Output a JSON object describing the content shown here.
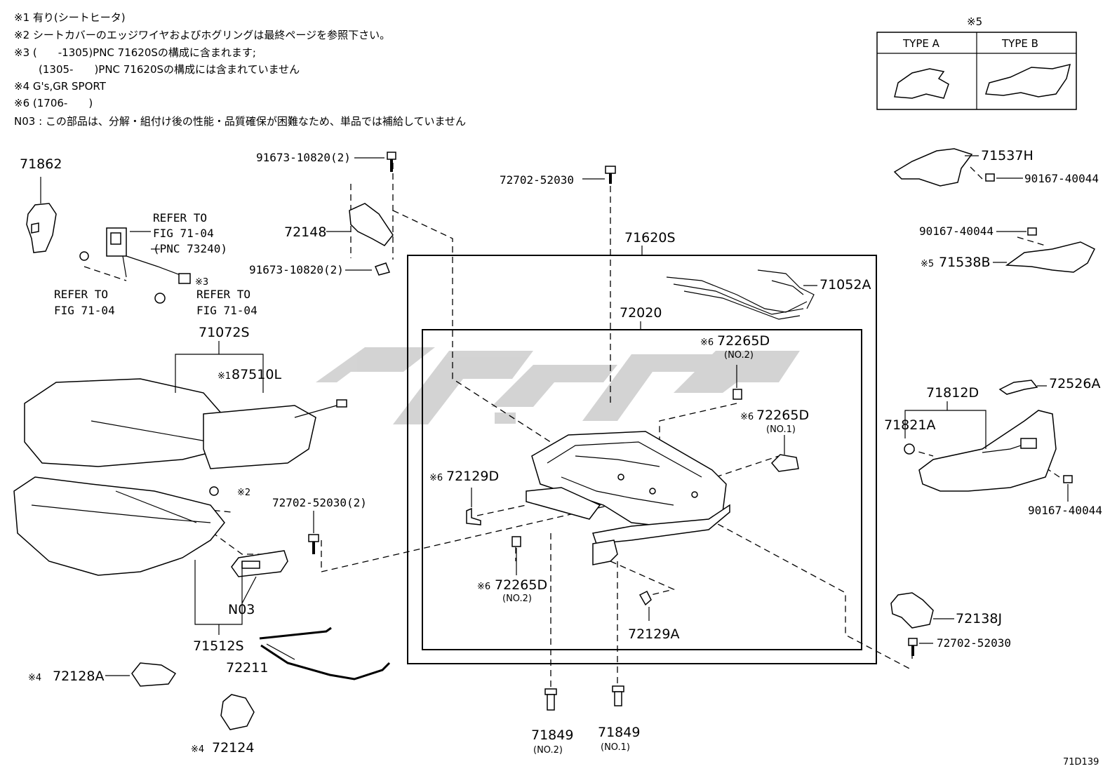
{
  "notes": [
    "※1 有り(シートヒータ)",
    "※2 シートカバーのエッジワイヤおよびホグリングは最終ページを参照下さい。",
    "※3 (　　-1305)PNC 71620Sの構成に含まれます;",
    "(1305-　　)PNC 71620Sの構成には含まれていません",
    "※4 G's,GR SPORT",
    "※6 (1706-　　)",
    "N03 : この部品は、分解・組付け後の性能・品質確保が困難なため、単品では補給していません"
  ],
  "type_table": {
    "mark": "※5",
    "col_a": "TYPE A",
    "col_b": "TYPE B"
  },
  "labels": {
    "p71862": "71862",
    "p91673_top": "91673-10820(2)",
    "p72148": "72148",
    "p91673_bot": "91673-10820(2)",
    "refer_a1": "REFER TO",
    "refer_a2": "FIG 71-04",
    "refer_a3": "(PNC 73240)",
    "refer_b1": "REFER TO",
    "refer_b2": "FIG 71-04",
    "refer_c_mark": "※3",
    "refer_c1": "REFER TO",
    "refer_c2": "FIG 71-04",
    "p71072S": "71072S",
    "p87510L_mark": "※1",
    "p87510L": "87510L",
    "mark2": "※2",
    "p72702_2": "72702-52030(2)",
    "pN03": "N03",
    "p71512S": "71512S",
    "p72211": "72211",
    "p72128A_mark": "※4",
    "p72128A": "72128A",
    "p72124_mark": "※4",
    "p72124": "72124",
    "p72702_top": "72702-52030",
    "p71620S": "71620S",
    "p71052A": "71052A",
    "p72020": "72020",
    "p72265D_a_mark": "※6",
    "p72265D_a": "72265D",
    "p72265D_a_sub": "(NO.2)",
    "p72265D_b_mark": "※6",
    "p72265D_b": "72265D",
    "p72265D_b_sub": "(NO.1)",
    "p72129D_mark": "※6",
    "p72129D": "72129D",
    "p72265D_c_mark": "※6",
    "p72265D_c": "72265D",
    "p72265D_c_sub": "(NO.2)",
    "p72129A": "72129A",
    "p71849_a": "71849",
    "p71849_a_sub": "(NO.2)",
    "p71849_b": "71849",
    "p71849_b_sub": "(NO.1)",
    "p71537H": "71537H",
    "p90167_a": "90167-40044",
    "p90167_b": "90167-40044",
    "p71538B_mark": "※5",
    "p71538B": "71538B",
    "p72526A": "72526A",
    "p71812D": "71812D",
    "p71821A": "71821A",
    "p90167_c": "90167-40044",
    "p72138J": "72138J",
    "p72702_right": "72702-52030",
    "fig_code": "71D139"
  }
}
